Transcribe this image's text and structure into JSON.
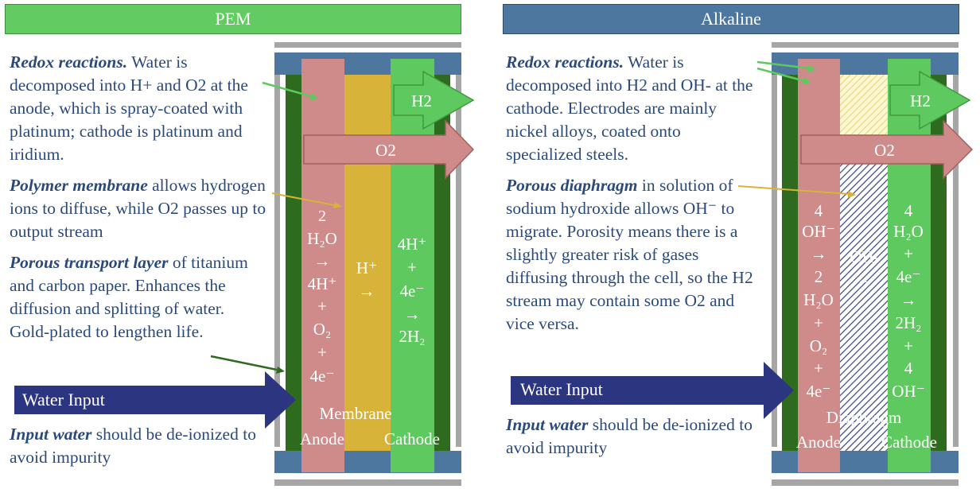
{
  "pem": {
    "header": "PEM",
    "redox_title": "Redox reactions.",
    "redox_text": "Water is decomposed into H+ and O2 at the anode, which is spray-coated with platinum; cathode is platinum and iridium.",
    "membrane_title": "Polymer membrane",
    "membrane_text": "allows hydrogen ions to diffuse, while O2 passes up to output stream",
    "ptl_title": "Porous transport layer",
    "ptl_text": "of titanium and carbon paper. Enhances the diffusion and splitting of water. Gold-plated to lengthen life.",
    "water_input": "Water Input",
    "input_title": "Input water",
    "input_text": "should be de-ionized to avoid impurity",
    "h2_label": "H2",
    "o2_label": "O2",
    "anode_reaction": [
      "2",
      "H₂O",
      "→",
      "4H⁺",
      "+",
      "O₂",
      "+",
      "4e⁻"
    ],
    "membrane_reaction": [
      "H⁺",
      "→"
    ],
    "cathode_reaction": [
      "4H⁺",
      "+",
      "4e⁻",
      "→",
      "2H₂"
    ],
    "membrane_label": "Membrane",
    "anode_label": "Anode",
    "cathode_label": "Cathode"
  },
  "alkaline": {
    "header": "Alkaline",
    "redox_title": "Redox reactions.",
    "redox_text": "Water is decomposed into H2 and OH- at the cathode. Electrodes are mainly nickel alloys, coated onto specialized steels.",
    "diaphragm_title": "Porous diaphragm",
    "diaphragm_text": "in solution of sodium hydroxide allows OH⁻ to migrate. Porosity means there is a slightly greater risk of gases diffusing through the cell, so the H2 stream may contain some O2 and vice versa.",
    "water_input": "Water Input",
    "input_title": "Input water",
    "input_text": "should be de-ionized to avoid impurity",
    "h2_label": "H2",
    "o2_label": "O2",
    "anode_reaction": [
      "4",
      "OH⁻",
      "→",
      "2",
      "H₂O",
      "+",
      "O₂",
      "+",
      "4e⁻"
    ],
    "diaphragm_reaction": [
      "OH-",
      "←"
    ],
    "cathode_reaction": [
      "4",
      "H₂O",
      "+",
      "4e⁻",
      "→",
      "2H₂",
      "+",
      "4",
      "OH⁻"
    ],
    "diaphragm_label": "Diaphragm",
    "anode_label": "Anode",
    "cathode_label": "Cathode"
  },
  "colors": {
    "pem_header": "#62cc62",
    "alkaline_header": "#4e77a0",
    "text_blue": "#2b4a7a",
    "anode_pink": "#cf8a8a",
    "membrane_yellow": "#d8b33a",
    "cathode_green": "#5ec95e",
    "dark_green": "#2f6b1f",
    "end_plate_blue": "#4e77a0",
    "water_arrow": "#2c3580"
  }
}
